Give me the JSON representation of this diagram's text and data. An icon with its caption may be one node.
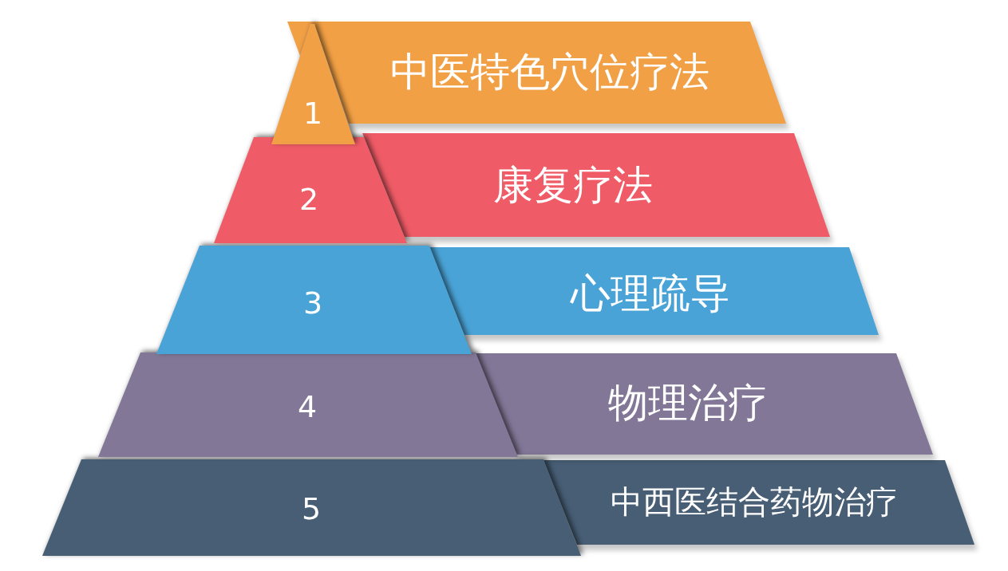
{
  "diagram": {
    "nodes": [
      {
        "text": [
          "1"
        ]
      },
      {
        "text": [
          "中医特色穴位疗法"
        ]
      },
      {
        "text": [
          "2"
        ]
      },
      {
        "text": [
          "康复疗法"
        ]
      },
      {
        "text": [
          "3"
        ]
      },
      {
        "text": [
          "心理疏导"
        ]
      },
      {
        "text": [
          "4"
        ]
      },
      {
        "text": [
          "物理治疗"
        ]
      },
      {
        "text": [
          "5"
        ]
      },
      {
        "text": [
          "中西医结合药物治疗"
        ]
      }
    ]
  }
}
